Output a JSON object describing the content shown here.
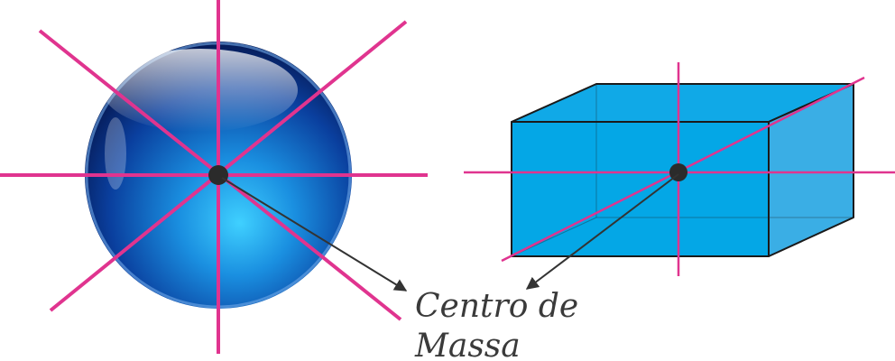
{
  "label": {
    "line1": "Centro de",
    "line2": "Massa"
  },
  "colors": {
    "axis_line": "#e0348f",
    "center_dot": "#2b2b2b",
    "arrow": "#333333",
    "label_text": "#3a3a3a",
    "sphere_dark": "#0a1f63",
    "sphere_mid": "#0d5cc4",
    "sphere_light": "#25b6f3",
    "box_front": "#04a7e6",
    "box_top": "#10a9e7",
    "box_side": "#3aaee5",
    "box_edge": "#1a1a1a"
  },
  "icons": {
    "center_marker": "filled-circle",
    "pointer": "arrow"
  }
}
